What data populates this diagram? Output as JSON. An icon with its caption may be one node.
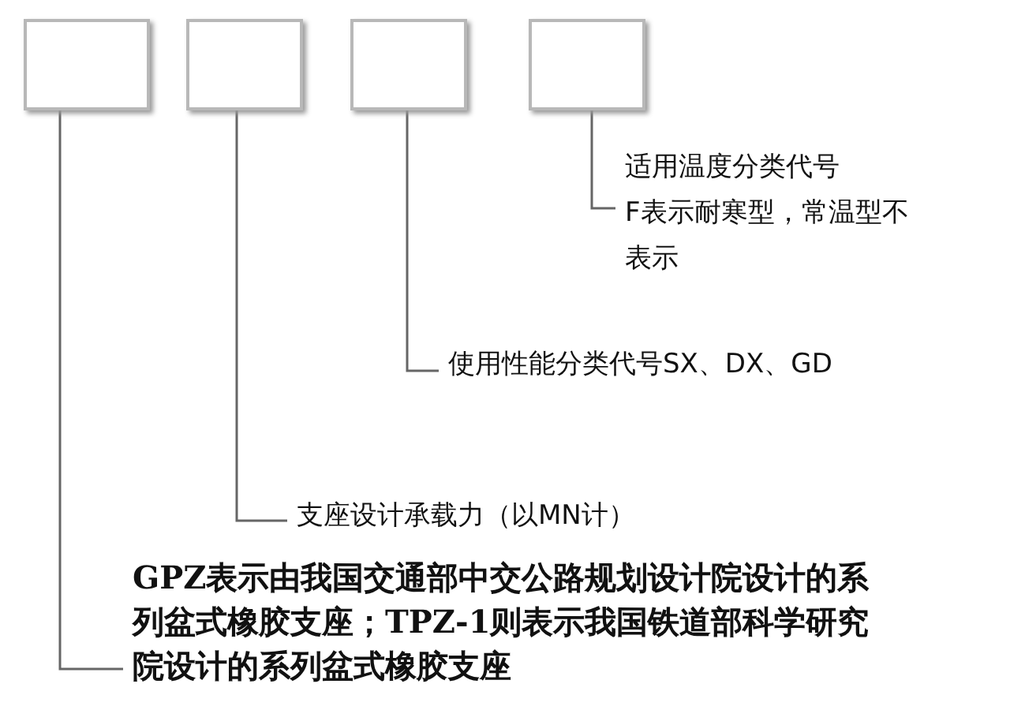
{
  "diagram": {
    "nodes": [
      {
        "text": [],
        "shape": "box"
      },
      {
        "text": [],
        "shape": "box"
      },
      {
        "text": [],
        "shape": "box"
      },
      {
        "text": [],
        "shape": "box"
      },
      {
        "text": [
          "适用温度分类代号",
          "F表示耐寒型，常温型不表示"
        ]
      },
      {
        "text": [
          "使用性能分类代号SX、DX、GD"
        ]
      },
      {
        "text": [
          "支座设计承载力（以MN计）"
        ]
      },
      {
        "text": [
          "GPZ表示由我国交通部中交公路规划设计院设计的系列盆式橡胶支座；TPZ-1则表示我国铁道部科学研究院设计的系列盆式橡胶支座"
        ]
      }
    ],
    "edges": [
      {
        "from": 3,
        "to": 4,
        "arrow": "none"
      },
      {
        "from": 2,
        "to": 5,
        "arrow": "none"
      },
      {
        "from": 1,
        "to": 6,
        "arrow": "none"
      },
      {
        "from": 0,
        "to": 7,
        "arrow": "none"
      }
    ]
  }
}
